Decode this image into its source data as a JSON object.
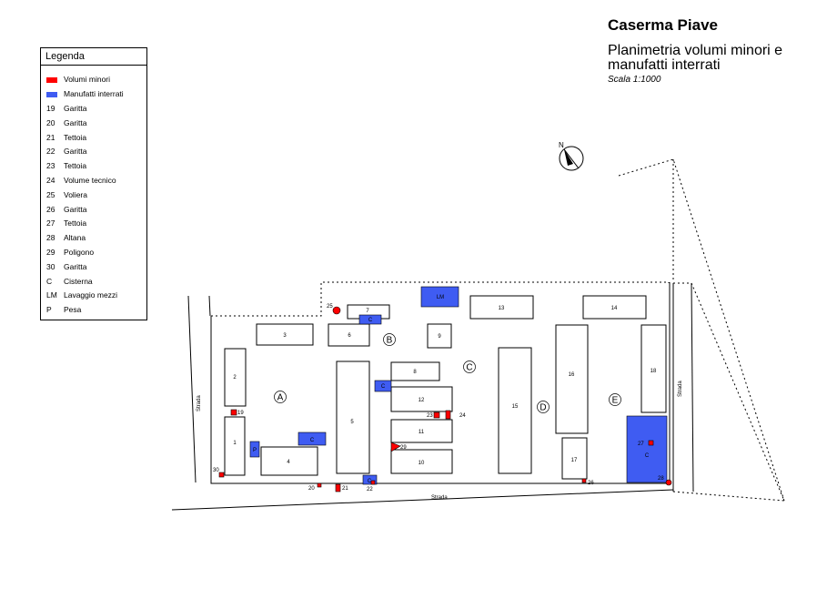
{
  "header": {
    "title": "Caserma Piave",
    "subtitle": "Planimetria volumi minori e manufatti interrati",
    "scale": "Scala 1:1000"
  },
  "legend": {
    "title": "Legenda",
    "swatches": [
      {
        "label": "Volumi minori",
        "color": "#ff0000"
      },
      {
        "label": "Manufatti interrati",
        "color": "#3f5cf2"
      }
    ],
    "items": [
      {
        "code": "19",
        "label": "Garitta"
      },
      {
        "code": "20",
        "label": "Garitta"
      },
      {
        "code": "21",
        "label": "Tettoia"
      },
      {
        "code": "22",
        "label": "Garitta"
      },
      {
        "code": "23",
        "label": "Tettoia"
      },
      {
        "code": "24",
        "label": "Volume tecnico"
      },
      {
        "code": "25",
        "label": "Voliera"
      },
      {
        "code": "26",
        "label": "Garitta"
      },
      {
        "code": "27",
        "label": "Tettoia"
      },
      {
        "code": "28",
        "label": "Altana"
      },
      {
        "code": "29",
        "label": "Poligono"
      },
      {
        "code": "30",
        "label": "Garitta"
      },
      {
        "code": "C",
        "label": "Cisterna"
      },
      {
        "code": "LM",
        "label": "Lavaggio mezzi"
      },
      {
        "code": "P",
        "label": "Pesa"
      }
    ]
  },
  "map": {
    "north_label": "N",
    "streets": {
      "west": "Strada",
      "south": "Strada",
      "east": "Strada"
    },
    "zones": [
      "A",
      "B",
      "C",
      "D",
      "E"
    ],
    "buildings": [
      "1",
      "2",
      "3",
      "4",
      "5",
      "6",
      "7",
      "8",
      "9",
      "10",
      "11",
      "12",
      "13",
      "14",
      "15",
      "16",
      "17",
      "18"
    ],
    "underground": [
      "LM",
      "C",
      "C",
      "C",
      "P",
      "C",
      "C"
    ],
    "minor_labels": [
      "19",
      "20",
      "21",
      "22",
      "23",
      "24",
      "25",
      "26",
      "27",
      "28",
      "29",
      "30"
    ],
    "colors": {
      "minor": "#ff0000",
      "underground": "#3f5cf2",
      "line": "#000000"
    }
  }
}
